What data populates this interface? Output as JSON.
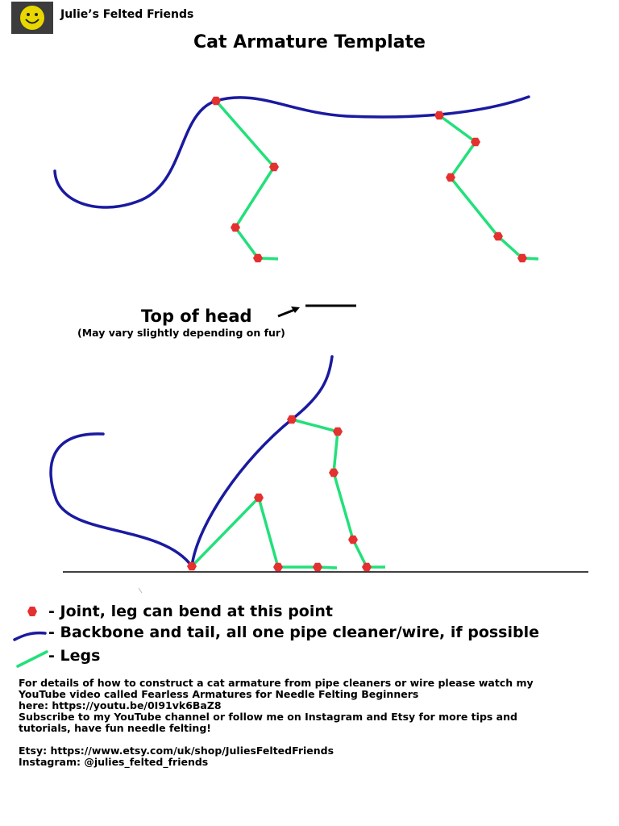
{
  "header": {
    "logo_icon": "smiley-face-icon",
    "brand": "Julie’s Felted Friends",
    "title": "Cat Armature Template"
  },
  "diagram": {
    "head_label": "Top of head",
    "head_note": "(May vary slightly depending on fur)",
    "colors": {
      "backbone": "#1a1aa0",
      "legs": "#22e07a",
      "joint": "#e53030",
      "ground": "#000000"
    }
  },
  "legend": {
    "joint": "- Joint, leg can bend at this point",
    "backbone": "- Backbone and tail, all one pipe cleaner/wire, if possible",
    "legs": "- Legs"
  },
  "notes": {
    "line1": "For details of how to construct a cat armature from pipe cleaners or wire please watch my",
    "line2": "YouTube video called Fearless Armatures for Needle Felting Beginners",
    "line3": "here: https://youtu.be/0I91vk6BaZ8",
    "line4": "Subscribe to my YouTube channel or follow me on Instagram and Etsy for more tips and",
    "line5": "tutorials, have fun needle felting!",
    "etsy": "Etsy: https://www.etsy.com/uk/shop/JuliesFeltedFriends",
    "instagram": "Instagram: @julies_felted_friends"
  }
}
